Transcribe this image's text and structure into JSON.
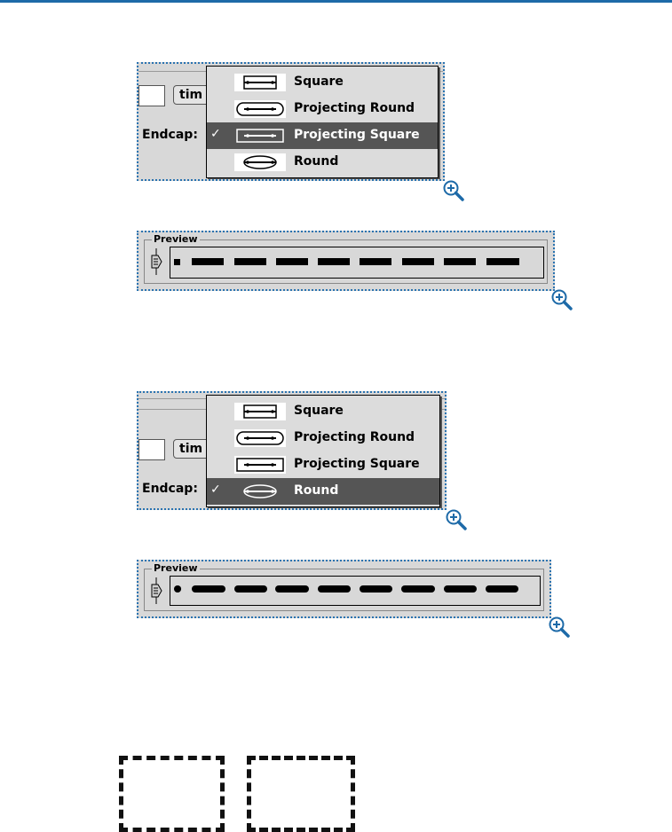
{
  "menu_items": {
    "square": "Square",
    "projecting_round": "Projecting Round",
    "projecting_square": "Projecting Square",
    "round": "Round"
  },
  "checkmark": "✓",
  "dialog": {
    "endcap_label": "Endcap:",
    "time_button_label": "tim"
  },
  "preview_label": "Preview",
  "selected": {
    "shot1": "Projecting Square",
    "shot2": "Round"
  },
  "icons": {
    "zoom": "zoom-in-icon"
  },
  "colors": {
    "dotted_border": "#2a73b0",
    "menu_highlight": "#555555",
    "top_rule": "#1d6aa8"
  }
}
